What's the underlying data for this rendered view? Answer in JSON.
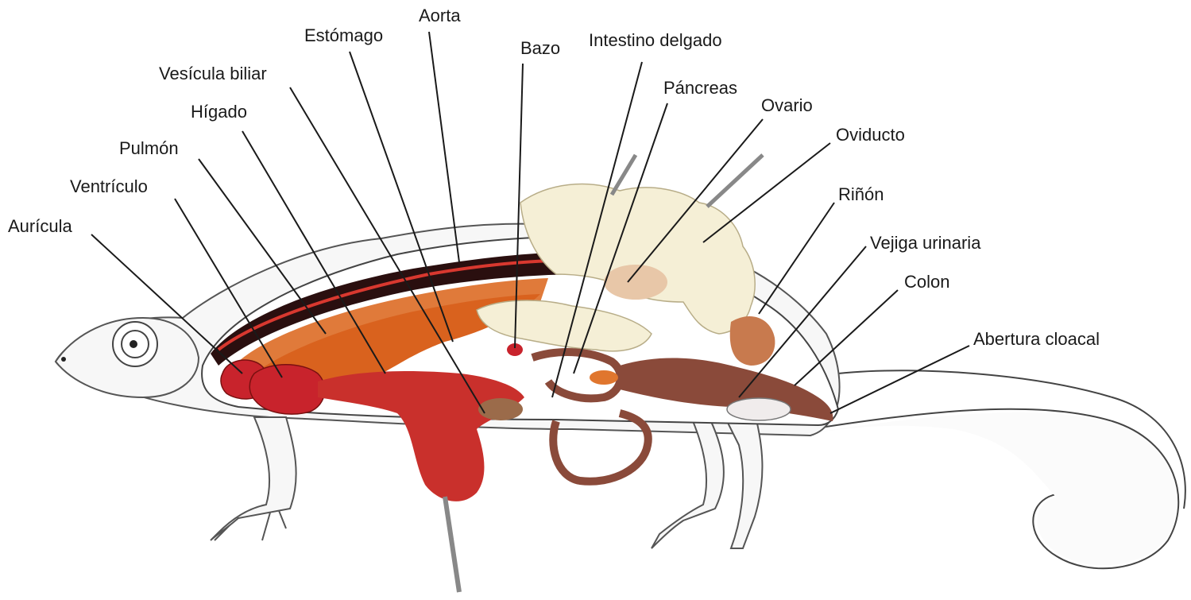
{
  "diagram": {
    "labels": {
      "auricula": "Aurícula",
      "ventriculo": "Ventrículo",
      "pulmon": "Pulmón",
      "higado": "Hígado",
      "vesicula": "Vesícula biliar",
      "estomago": "Estómago",
      "aorta": "Aorta",
      "bazo": "Bazo",
      "intestino_delgado": "Intestino delgado",
      "pancreas": "Páncreas",
      "ovario": "Ovario",
      "oviducto": "Oviducto",
      "rinon": "Riñón",
      "vejiga": "Vejiga urinaria",
      "colon": "Colon",
      "abertura_cloacal": "Abertura cloacal"
    },
    "colors": {
      "outline": "#1a1a1a",
      "heart": "#c8232c",
      "liver": "#d9621e",
      "lung": "#e07a3a",
      "stomach": "#c9302c",
      "cavity": "#2a0f0f",
      "intestine": "#8a4a3a",
      "fat_body": "#f5efd6",
      "skin": "#f7f7f7"
    }
  }
}
